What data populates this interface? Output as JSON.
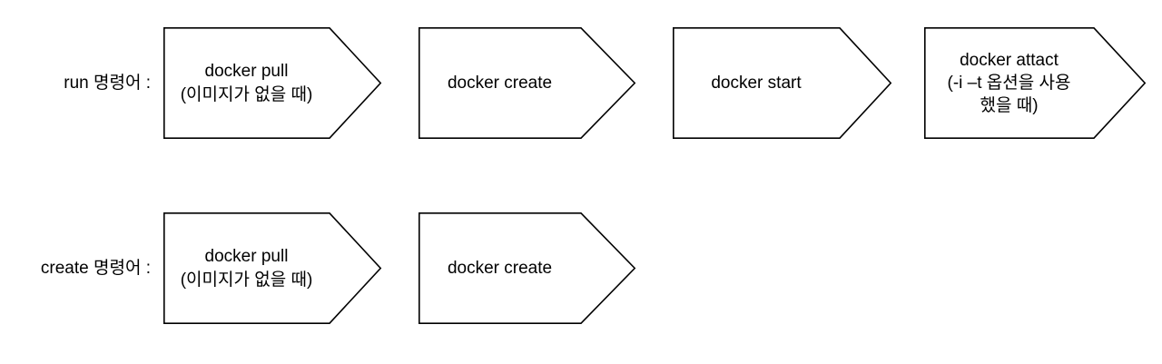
{
  "diagram": {
    "type": "process-flow",
    "background_color": "#ffffff",
    "shape_outline_color": "#000000",
    "shape_fill_color": "#ffffff",
    "text_color": "#000000",
    "rows": [
      {
        "id": "run",
        "label": "run 명령어 :",
        "steps": [
          {
            "id": "run-pull",
            "lines": [
              "docker pull",
              "(이미지가 없을 때)"
            ]
          },
          {
            "id": "run-create",
            "lines": [
              "docker create"
            ]
          },
          {
            "id": "run-start",
            "lines": [
              "docker start"
            ]
          },
          {
            "id": "run-attach",
            "lines": [
              "docker attact",
              "(-i –t 옵션을 사용",
              "했을 때)"
            ]
          }
        ]
      },
      {
        "id": "create",
        "label": "create 명령어 :",
        "steps": [
          {
            "id": "create-pull",
            "lines": [
              "docker pull",
              "(이미지가 없을 때)"
            ]
          },
          {
            "id": "create-create",
            "lines": [
              "docker create"
            ]
          }
        ]
      }
    ]
  }
}
